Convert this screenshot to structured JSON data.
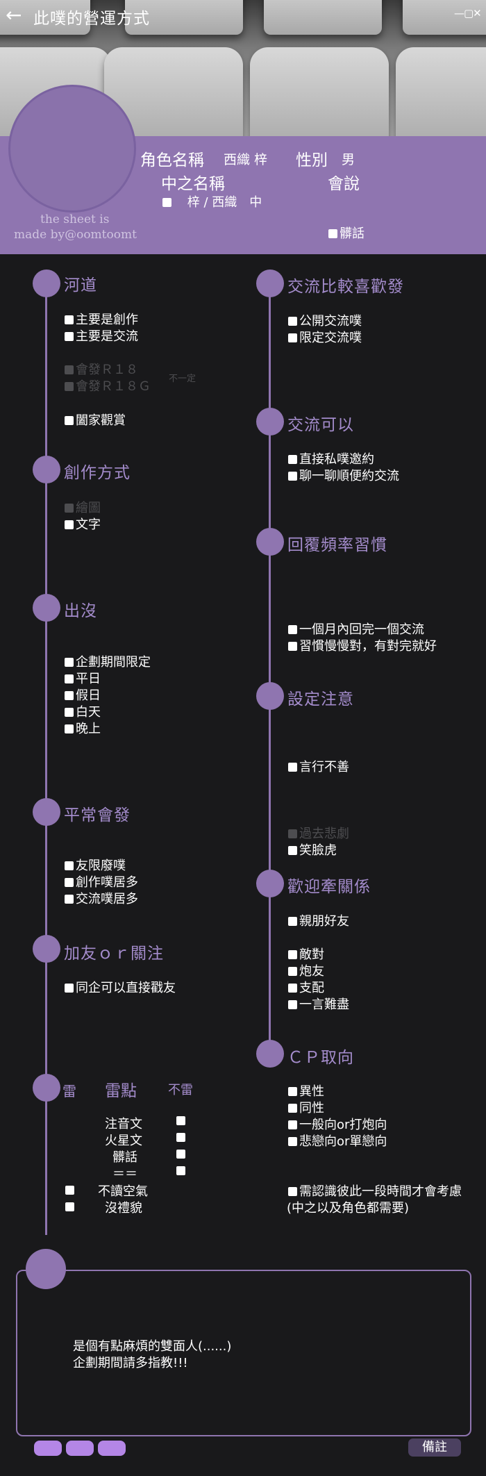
{
  "header": {
    "title": "此噗的營運方式",
    "window_controls": "—▢✕"
  },
  "profile": {
    "credit_line1": "the sheet is",
    "credit_line2": "made by@oomtoomt",
    "name_label": "角色名稱",
    "name_value": "西織 梓",
    "gender_label": "性別",
    "gender_value": "男",
    "mid_name_label": "中之名稱",
    "mid_name_value": "梓 / 西織　中",
    "can_say_label": "會說",
    "can_say_option": "髒話"
  },
  "left": {
    "river": {
      "title": "河道",
      "items": [
        "主要是創作",
        "主要是交流"
      ],
      "dim_items": [
        "會發Ｒ１８",
        "會發Ｒ１８Ｇ"
      ],
      "dim_note": "不一定",
      "last_item": "闔家觀賞"
    },
    "creation": {
      "title": "創作方式",
      "dim_item": "繪圖",
      "item": "文字"
    },
    "appear": {
      "title": "出沒",
      "items": [
        "企劃期間限定",
        "平日",
        "假日",
        "白天",
        "晚上"
      ]
    },
    "usual": {
      "title": "平常會發",
      "items": [
        "友限廢噗",
        "創作噗居多",
        "交流噗居多"
      ]
    },
    "friend": {
      "title": "加友ｏｒ關注",
      "items": [
        "同企可以直接戳友"
      ]
    },
    "mines": {
      "title": "雷",
      "col_points": "雷點",
      "col_not": "不雷",
      "rows": [
        "注音文",
        "火星文",
        "髒話",
        "＝＝"
      ],
      "left_rows": [
        "不讀空氣",
        "沒禮貌"
      ]
    }
  },
  "right": {
    "prefer": {
      "title": "交流比較喜歡發",
      "items": [
        "公開交流噗",
        "限定交流噗"
      ]
    },
    "can": {
      "title": "交流可以",
      "items": [
        "直接私噗邀約",
        "聊一聊順便約交流"
      ]
    },
    "reply": {
      "title": "回覆頻率習慣",
      "items": [
        "一個月內回完一個交流",
        "習慣慢慢對，有對完就好"
      ]
    },
    "settings": {
      "title": "設定注意",
      "item": "言行不善",
      "dim_item": "過去悲劇",
      "last_item": "笑臉虎"
    },
    "relation": {
      "title": "歡迎牽關係",
      "items1": [
        "親朋好友"
      ],
      "items2": [
        "敵對",
        "炮友",
        "支配",
        "一言難盡"
      ]
    },
    "cp": {
      "title": "ＣＰ取向",
      "items": [
        "異性",
        "同性",
        "一般向or打炮向",
        "悲戀向or單戀向"
      ],
      "note_line1": "需認識彼此一段時間才會考慮",
      "note_line2": "(中之以及角色都需要)"
    }
  },
  "note": {
    "line1": "是個有點麻煩的雙面人(......)",
    "line2": "企劃期間請多指教!!!"
  },
  "footer": {
    "remark_button": "備註"
  }
}
